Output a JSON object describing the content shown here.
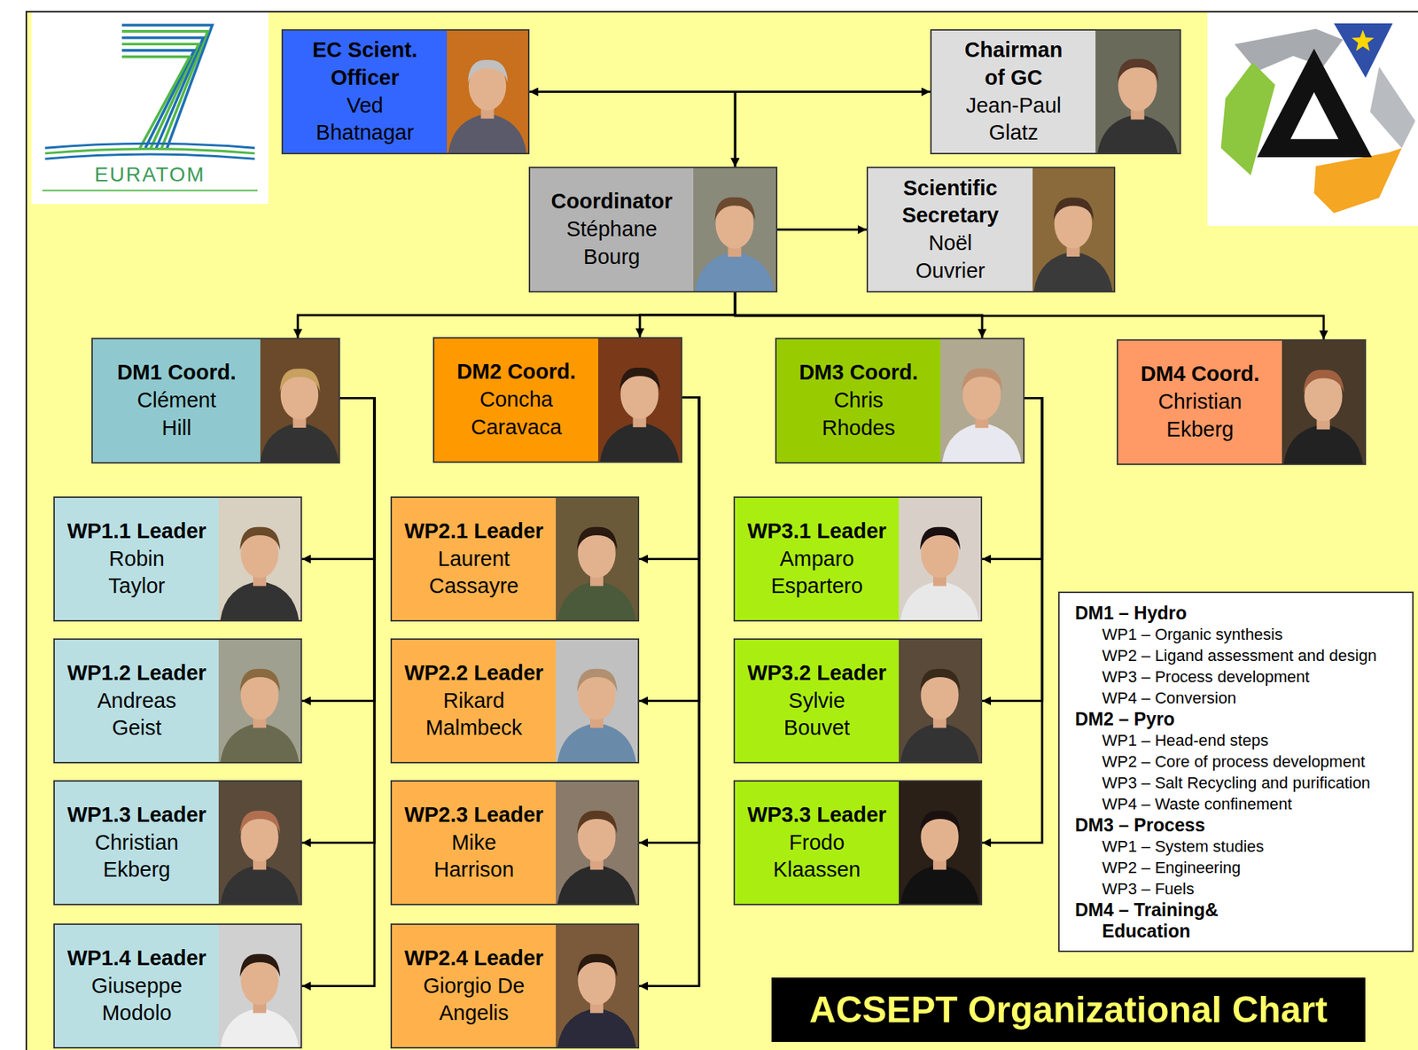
{
  "diagram": {
    "title": "ACSEPT Organizational Chart",
    "nodes": [
      {
        "text": [
          "EC Scient. Officer",
          "Ved Bhatnagar"
        ]
      },
      {
        "text": [
          "Chairman of GC",
          "Jean-Paul Glatz"
        ]
      },
      {
        "text": [
          "Coordinator",
          "Stéphane Bourg"
        ]
      },
      {
        "text": [
          "Scientific Secretary",
          "Noël Ouvrier"
        ]
      },
      {
        "text": [
          "DM1 Coord.",
          "Clément Hill"
        ]
      },
      {
        "text": [
          "DM2 Coord.",
          "Concha Caravaca"
        ]
      },
      {
        "text": [
          "DM3 Coord.",
          "Chris Rhodes"
        ]
      },
      {
        "text": [
          "DM4 Coord.",
          "Christian Ekberg"
        ]
      },
      {
        "text": [
          "WP1.1 Leader",
          "Robin Taylor"
        ]
      },
      {
        "text": [
          "WP1.2 Leader",
          "Andreas Geist"
        ]
      },
      {
        "text": [
          "WP1.3 Leader",
          "Christian Ekberg"
        ]
      },
      {
        "text": [
          "WP1.4 Leader",
          "Giuseppe Modolo"
        ]
      },
      {
        "text": [
          "WP2.1 Leader",
          "Laurent Cassayre"
        ]
      },
      {
        "text": [
          "WP2.2 Leader",
          "Rikard Malmbeck"
        ]
      },
      {
        "text": [
          "WP2.3 Leader",
          "Mike Harrison"
        ]
      },
      {
        "text": [
          "WP2.4 Leader",
          "Giorgio De Angelis"
        ]
      },
      {
        "text": [
          "WP3.1 Leader",
          "Amparo Espartero"
        ]
      },
      {
        "text": [
          "WP3.2 Leader",
          "Sylvie Bouvet"
        ]
      },
      {
        "text": [
          "WP3.3 Leader",
          "Frodo Klaassen"
        ]
      },
      {
        "text": [
          "DM1 – Hydro",
          "WP1 – Organic synthesis",
          "WP2 – Ligand assessment and design",
          "WP3 – Process development",
          "WP4 – Conversion",
          "DM2 – Pyro",
          "WP1 – Head-end steps",
          "WP2 – Core of process development",
          "WP3 – Salt Recycling and purification",
          "WP4 – Waste confinement",
          "DM3 – Process",
          "WP1 – System studies",
          "WP2 – Engineering",
          "WP3 – Fuels",
          "DM4 – Training& Education"
        ]
      }
    ],
    "edges": [
      {
        "from": 0,
        "to": 1,
        "arrow": "both"
      },
      {
        "from": 0,
        "to": 2,
        "arrow": "to"
      },
      {
        "from": 1,
        "to": 2,
        "arrow": "to"
      },
      {
        "from": 2,
        "to": 3,
        "arrow": "to"
      },
      {
        "from": 2,
        "to": 4,
        "arrow": "to"
      },
      {
        "from": 2,
        "to": 5,
        "arrow": "to"
      },
      {
        "from": 2,
        "to": 6,
        "arrow": "to"
      },
      {
        "from": 2,
        "to": 7,
        "arrow": "to"
      },
      {
        "from": 4,
        "to": 8,
        "arrow": "to"
      },
      {
        "from": 4,
        "to": 9,
        "arrow": "to"
      },
      {
        "from": 4,
        "to": 10,
        "arrow": "to"
      },
      {
        "from": 4,
        "to": 11,
        "arrow": "to"
      },
      {
        "from": 5,
        "to": 12,
        "arrow": "to"
      },
      {
        "from": 5,
        "to": 13,
        "arrow": "to"
      },
      {
        "from": 5,
        "to": 14,
        "arrow": "to"
      },
      {
        "from": 5,
        "to": 15,
        "arrow": "to"
      },
      {
        "from": 6,
        "to": 16,
        "arrow": "to"
      },
      {
        "from": 6,
        "to": 17,
        "arrow": "to"
      },
      {
        "from": 6,
        "to": 18,
        "arrow": "to"
      }
    ],
    "labels": [
      "EURATOM"
    ]
  }
}
